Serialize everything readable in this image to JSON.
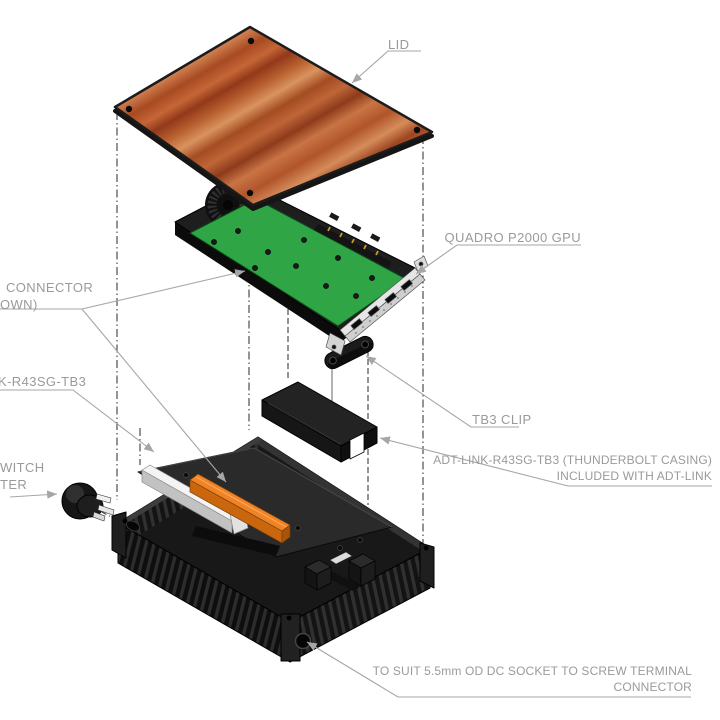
{
  "diagram": {
    "type": "exploded-assembly-technical-drawing",
    "labels": {
      "lid": {
        "text": "LID"
      },
      "gpu": {
        "text": "QUADRO P2000 GPU"
      },
      "pcie_connector": {
        "line1": "CONNECTOR",
        "line2": "OWN)"
      },
      "adt_link": {
        "text": "K-R43SG-TB3"
      },
      "power_switch": {
        "line1": "WITCH",
        "line2": "TER"
      },
      "tb3_clip": {
        "text": "TB3 CLIP"
      },
      "thunderbolt_casing": {
        "line1": "ADT-LINK-R43SG-TB3 (THUNDERBOLT CASING)",
        "line2": "INCLUDED WITH ADT-LINK"
      },
      "dc_socket": {
        "line1": "TO SUIT 5.5mm OD DC SOCKET TO SCREW TERMINAL",
        "line2": "CONNECTOR"
      }
    },
    "colors": {
      "background": "#ffffff",
      "label_text": "#9a9a9a",
      "leader_line": "#a6a6a6",
      "pcb_green": "#2fa546",
      "connector_orange": "#ef8325",
      "wood_base": "#b55a31",
      "chassis_black": "#1c1c1c",
      "bracket_silver": "#cfcfcf"
    }
  }
}
